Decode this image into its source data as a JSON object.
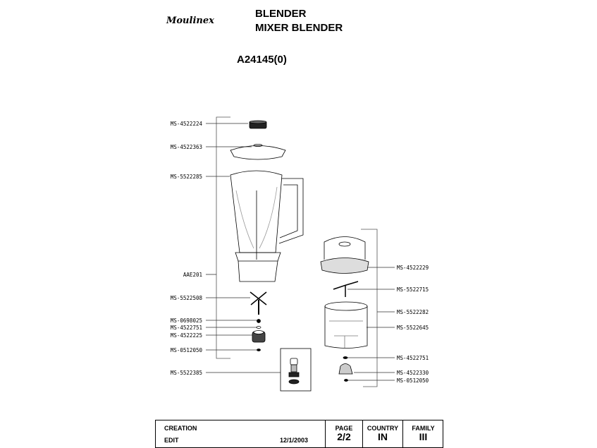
{
  "brand": "Moulinex",
  "header": {
    "line1": "BLENDER",
    "line2": "MIXER BLENDER",
    "model": "A24145(0)"
  },
  "left_parts": [
    "MS-4522224",
    "MS-4522363",
    "MS-5522285",
    "AAE201",
    "MS-5522508",
    "MS-0698025",
    "MS-4522751",
    "MS-4522225",
    "MS-0512050",
    "MS-5522385"
  ],
  "right_parts": [
    "MS-4522229",
    "MS-5522715",
    "MS-5522282",
    "MS-5522645",
    "MS-4522751",
    "MS-4522330",
    "MS-0512050"
  ],
  "footer": {
    "creation": "CREATION",
    "edit": "EDIT",
    "date": "12/1/2003",
    "page_label": "PAGE",
    "page": "2/2",
    "country_label": "COUNTRY",
    "country": "IN",
    "family_label": "FAMILY",
    "family": "III"
  }
}
